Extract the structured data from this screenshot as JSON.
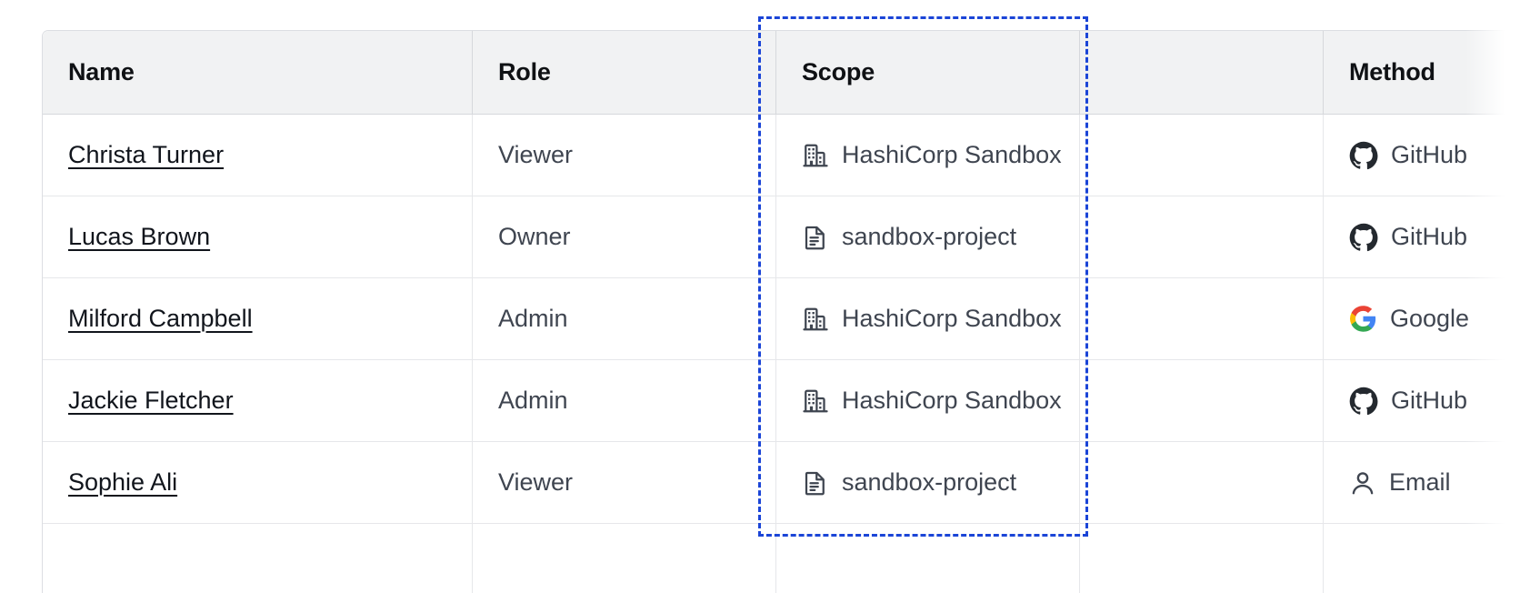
{
  "table": {
    "columns": [
      {
        "key": "name",
        "label": "Name"
      },
      {
        "key": "role",
        "label": "Role"
      },
      {
        "key": "scope",
        "label": "Scope"
      },
      {
        "key": "blank",
        "label": ""
      },
      {
        "key": "method",
        "label": "Method"
      }
    ],
    "rows": [
      {
        "name": "Christa Turner",
        "role": "Viewer",
        "scope": "HashiCorp Sandbox",
        "scope_icon": "organization-icon",
        "blank": "",
        "method": "GitHub",
        "method_icon": "github-icon"
      },
      {
        "name": "Lucas Brown",
        "role": "Owner",
        "scope": "sandbox-project",
        "scope_icon": "project-document-icon",
        "blank": "",
        "method": "GitHub",
        "method_icon": "github-icon"
      },
      {
        "name": "Milford Campbell",
        "role": "Admin",
        "scope": "HashiCorp Sandbox",
        "scope_icon": "organization-icon",
        "blank": "",
        "method": "Google",
        "method_icon": "google-icon"
      },
      {
        "name": "Jackie Fletcher",
        "role": "Admin",
        "scope": "HashiCorp Sandbox",
        "scope_icon": "organization-icon",
        "blank": "",
        "method": "GitHub",
        "method_icon": "github-icon"
      },
      {
        "name": "Sophie Ali",
        "role": "Viewer",
        "scope": "sandbox-project",
        "scope_icon": "project-document-icon",
        "blank": "",
        "method": "Email",
        "method_icon": "user-icon"
      },
      {
        "name": "",
        "role": "",
        "scope": "",
        "scope_icon": "",
        "blank": "",
        "method": "",
        "method_icon": ""
      }
    ]
  },
  "selection": {
    "target_column": "Scope",
    "border_color": "#1b45d7",
    "style": "dashed"
  },
  "colors": {
    "header_bg": "#f1f2f3",
    "header_text": "#0f1114",
    "body_text": "#3f4550",
    "link_text": "#11151c",
    "row_border": "#e6e7ea",
    "table_border": "#dcdee2",
    "selection": "#1b45d7",
    "google_blue": "#4285f4",
    "google_red": "#ea4335",
    "google_yellow": "#fbbc05",
    "google_green": "#34a853",
    "github_dark": "#24292f"
  }
}
